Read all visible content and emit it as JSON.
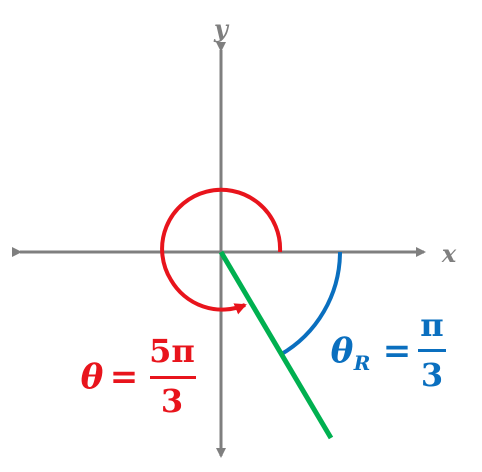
{
  "axes": {
    "x_label": "x",
    "y_label": "y",
    "axis_color": "#7f7f7f"
  },
  "angle": {
    "color": "#e8141c",
    "symbol": "θ",
    "equals": "=",
    "numerator": "5π",
    "denominator": "3"
  },
  "reference_angle": {
    "color": "#0a6fbf",
    "symbol": "θ",
    "subscript": "R",
    "equals": "=",
    "numerator": "π",
    "denominator": "3"
  },
  "terminal_side": {
    "color": "#00b050"
  }
}
